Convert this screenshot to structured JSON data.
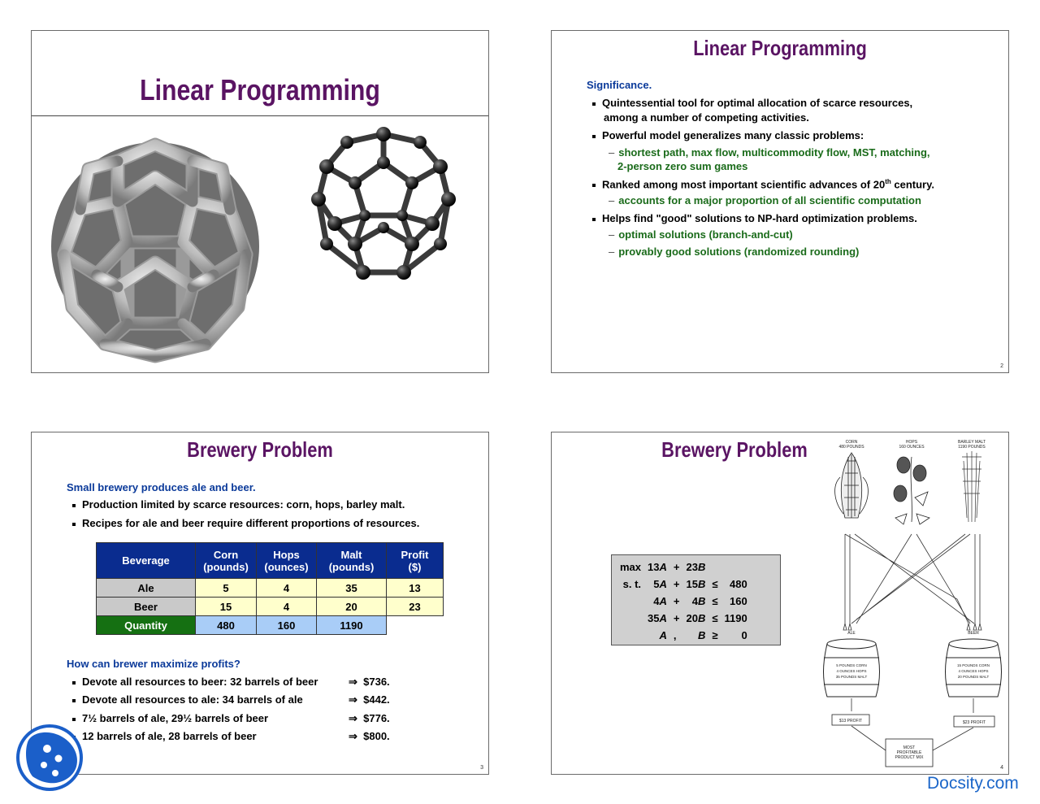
{
  "slide1": {
    "title": "Linear Programming"
  },
  "slide2": {
    "title": "Linear Programming",
    "heading": "Significance.",
    "bullet1_line1": "Quintessential tool for optimal allocation of scarce resources,",
    "bullet1_line2": "among a number of competing activities.",
    "bullet2": "Powerful model generalizes many classic problems:",
    "bullet2_sub_line1": "shortest path, max flow, multicommodity flow, MST, matching,",
    "bullet2_sub_line2": "2-person zero sum games",
    "bullet3_pre": "Ranked among most important scientific advances of 20",
    "bullet3_sup": "th",
    "bullet3_post": " century.",
    "bullet3_sub": "accounts for a major proportion of all scientific computation",
    "bullet4": "Helps find \"good\" solutions to NP-hard optimization problems.",
    "bullet4_sub1": "optimal solutions (branch-and-cut)",
    "bullet4_sub2": "provably good solutions (randomized rounding)",
    "page": "2"
  },
  "slide3": {
    "title": "Brewery Problem",
    "heading": "Small brewery produces ale and beer.",
    "bullet1": "Production limited by scarce resources:  corn, hops, barley malt.",
    "bullet2": "Recipes for ale and beer require different proportions of resources.",
    "table": {
      "h_beverage": "Beverage",
      "h_corn1": "Corn",
      "h_corn2": "(pounds)",
      "h_hops1": "Hops",
      "h_hops2": "(ounces)",
      "h_malt1": "Malt",
      "h_malt2": "(pounds)",
      "h_profit1": "Profit",
      "h_profit2": "($)",
      "ale": {
        "label": "Ale",
        "corn": "5",
        "hops": "4",
        "malt": "35",
        "profit": "13"
      },
      "beer": {
        "label": "Beer",
        "corn": "15",
        "hops": "4",
        "malt": "20",
        "profit": "23"
      },
      "qty": {
        "label": "Quantity",
        "corn": "480",
        "hops": "160",
        "malt": "1190"
      }
    },
    "question": "How can brewer maximize profits?",
    "opt1": "Devote all resources to beer:  32 barrels of beer",
    "opt1_val": "$736.",
    "opt2": "Devote all resources to ale:  34 barrels of ale",
    "opt2_val": "$442.",
    "opt3": "7½ barrels of ale, 29½ barrels of beer",
    "opt3_val": "$776.",
    "opt4": "12 barrels of ale, 28 barrels of beer",
    "opt4_val": "$800.",
    "implies": "⇒",
    "page": "3"
  },
  "slide4": {
    "title": "Brewery Problem",
    "lp": {
      "max": "max",
      "st": "s. t.",
      "r0": [
        "13",
        "A",
        "+",
        "23",
        "B",
        "",
        ""
      ],
      "r1": [
        "5",
        "A",
        "+",
        "15",
        "B",
        "≤",
        "480"
      ],
      "r2": [
        "4",
        "A",
        "+",
        "4",
        "B",
        "≤",
        "160"
      ],
      "r3": [
        "35",
        "A",
        "+",
        "20",
        "B",
        "≤",
        "1190"
      ],
      "r4": [
        "",
        "A",
        ",",
        "",
        "B",
        "≥",
        "0"
      ]
    },
    "fig": {
      "corn_l1": "CORN",
      "corn_l2": "480 POUNDS",
      "hops_l1": "HOPS",
      "hops_l2": "160 OUNCES",
      "malt_l1": "BARLEY MALT",
      "malt_l2": "1190 POUNDS",
      "ale_label": "ALE",
      "beer_label": "BEER",
      "ale_r1": "5 POUNDS CORN",
      "ale_r2": "4 OUNCES HOPS",
      "ale_r3": "35 POUNDS MALT",
      "beer_r1": "15 POUNDS CORN",
      "beer_r2": "4 OUNCES HOPS",
      "beer_r3": "20 POUNDS MALT",
      "ale_profit": "$13 PROFIT",
      "beer_profit": "$23 PROFIT",
      "mix1": "MOST",
      "mix2": "PROFITABLE",
      "mix3": "PRODUCT MIX"
    },
    "page": "4"
  },
  "watermark": "Docsity.com"
}
